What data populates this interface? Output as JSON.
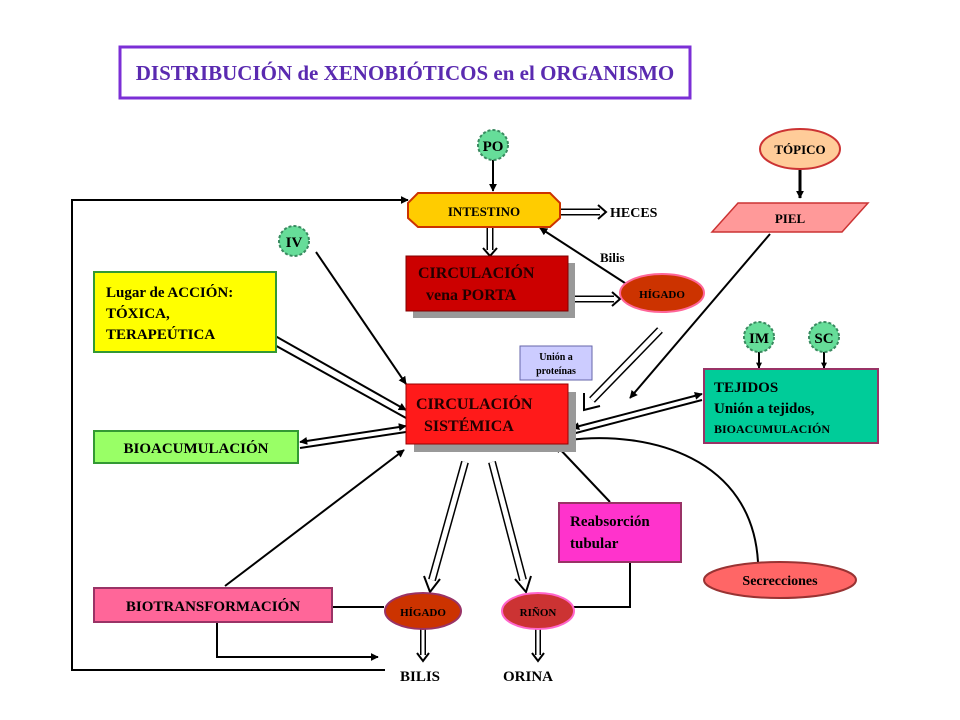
{
  "title": "DISTRIBUCIÓN de XENOBIÓTICOS en el ORGANISMO",
  "colors": {
    "title_border": "#7b2fd6",
    "title_text": "#5a2ab0",
    "route_circle": "#66dd99",
    "route_border": "#3a8a60",
    "intestino_fill": "#ffcc00",
    "portal_fill": "#cc0000",
    "higado_fill": "#cc3300",
    "sistemica_fill": "#ff1a1a",
    "accion_fill": "#ffff00",
    "green_box": "#99ff66",
    "tejidos_fill": "#00cc99",
    "topico_fill": "#ffcc99",
    "piel_fill": "#ff9999",
    "biotrans_fill": "#ff6699",
    "reabsorcion_fill": "#ff33cc",
    "secreciones_fill": "#ff6666",
    "rinon_fill": "#cc3333",
    "union_fill": "#ccccff"
  },
  "nodes": {
    "po": "PO",
    "iv": "IV",
    "im": "IM",
    "sc": "SC",
    "topico": "TÓPICO",
    "piel": "PIEL",
    "intestino": "INTESTINO",
    "heces": "HECES",
    "bilis_label": "Bilis",
    "portal_line1": "CIRCULACIÓN",
    "portal_line2": "vena PORTA",
    "higado_top": "HÍGADO",
    "accion_line1": "Lugar de ACCIÓN:",
    "accion_line2": "TÓXICA,",
    "accion_line3": "TERAPEÚTICA",
    "union_line1": "Unión a",
    "union_line2": "proteínas",
    "sistemica_line1": "CIRCULACIÓN",
    "sistemica_line2": "SISTÉMICA",
    "tejidos_line1": "TEJIDOS",
    "tejidos_line2": "Unión a tejidos,",
    "tejidos_line3": "BIOACUMULACIÓN",
    "bioacumulacion": "BIOACUMULACIÓN",
    "reabsorcion_line1": "Reabsorción",
    "reabsorcion_line2": "tubular",
    "secreciones": "Secrecciones",
    "biotransformacion": "BIOTRANSFORMACIÓN",
    "higado_bottom": "HÍGADO",
    "rinon": "RIÑON",
    "bilis_out": "BILIS",
    "orina": "ORINA"
  }
}
